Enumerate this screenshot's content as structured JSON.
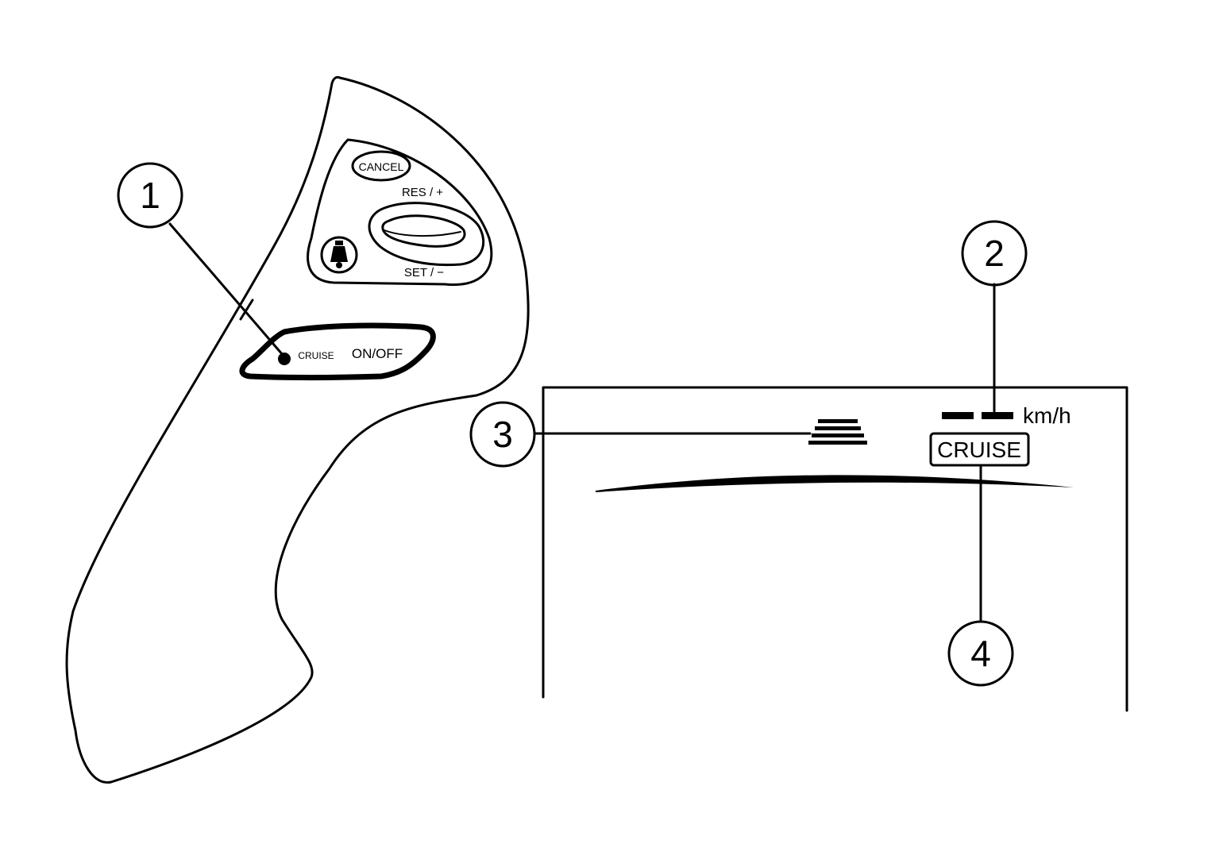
{
  "switch_panel": {
    "cancel_label": "CANCEL",
    "res_label": "RES / +",
    "set_label": "SET / −",
    "cruise_small_label": "CRUISE",
    "onoff_label": "ON/OFF",
    "steering_icon": "steering-assist-icon"
  },
  "meter": {
    "speed_unit": "km/h",
    "cruise_indicator": "CRUISE"
  },
  "callouts": [
    {
      "number": "1"
    },
    {
      "number": "2"
    },
    {
      "number": "3"
    },
    {
      "number": "4"
    }
  ]
}
